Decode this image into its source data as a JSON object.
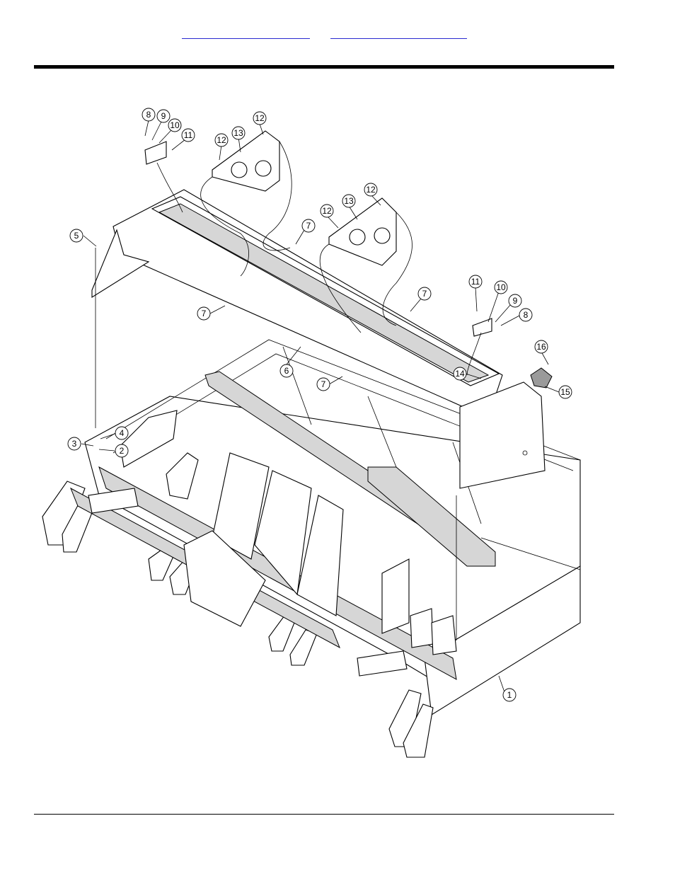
{
  "nav": {
    "link_1": "",
    "link_2": ""
  },
  "callouts": [
    {
      "id": "c1",
      "label": "1"
    },
    {
      "id": "c2",
      "label": "2"
    },
    {
      "id": "c3",
      "label": "3"
    },
    {
      "id": "c4",
      "label": "4"
    },
    {
      "id": "c5",
      "label": "5"
    },
    {
      "id": "c6",
      "label": "6"
    },
    {
      "id": "c7a",
      "label": "7"
    },
    {
      "id": "c7b",
      "label": "7"
    },
    {
      "id": "c7c",
      "label": "7"
    },
    {
      "id": "c7d",
      "label": "7"
    },
    {
      "id": "c8a",
      "label": "8"
    },
    {
      "id": "c8b",
      "label": "8"
    },
    {
      "id": "c9a",
      "label": "9"
    },
    {
      "id": "c9b",
      "label": "9"
    },
    {
      "id": "c10a",
      "label": "10"
    },
    {
      "id": "c10b",
      "label": "10"
    },
    {
      "id": "c11a",
      "label": "11"
    },
    {
      "id": "c11b",
      "label": "11"
    },
    {
      "id": "c12a",
      "label": "12"
    },
    {
      "id": "c12b",
      "label": "12"
    },
    {
      "id": "c12c",
      "label": "12"
    },
    {
      "id": "c12d",
      "label": "12"
    },
    {
      "id": "c13a",
      "label": "13"
    },
    {
      "id": "c13b",
      "label": "13"
    },
    {
      "id": "c14",
      "label": "14"
    },
    {
      "id": "c15",
      "label": "15"
    },
    {
      "id": "c16",
      "label": "16"
    }
  ]
}
